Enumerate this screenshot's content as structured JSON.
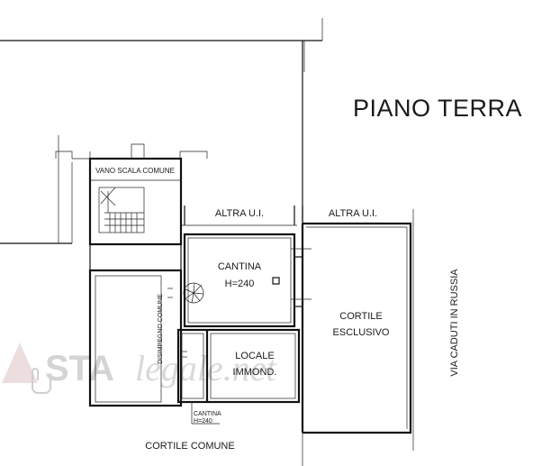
{
  "plan": {
    "title": "PIANO TERRA",
    "rooms": {
      "stairwell": "VANO SCALA COMUNE",
      "other_unit_left": "ALTRA U.I.",
      "other_unit_right": "ALTRA U.I.",
      "cellar_name": "CANTINA",
      "cellar_height": "H=240",
      "courtyard_line1": "CORTILE",
      "courtyard_line2": "ESCLUSIVO",
      "hallway": "DISIMPEGNO COMUNE",
      "storage_line1": "LOCALE",
      "storage_line2": "IMMOND.",
      "small_cellar_name": "CANTINA",
      "small_cellar_height": "H=240",
      "common_courtyard": "CORTILE COMUNE"
    },
    "street": "VIA CADUTI IN RUSSIA",
    "watermark": {
      "part1": "STA",
      "part2": "legale.net"
    }
  }
}
